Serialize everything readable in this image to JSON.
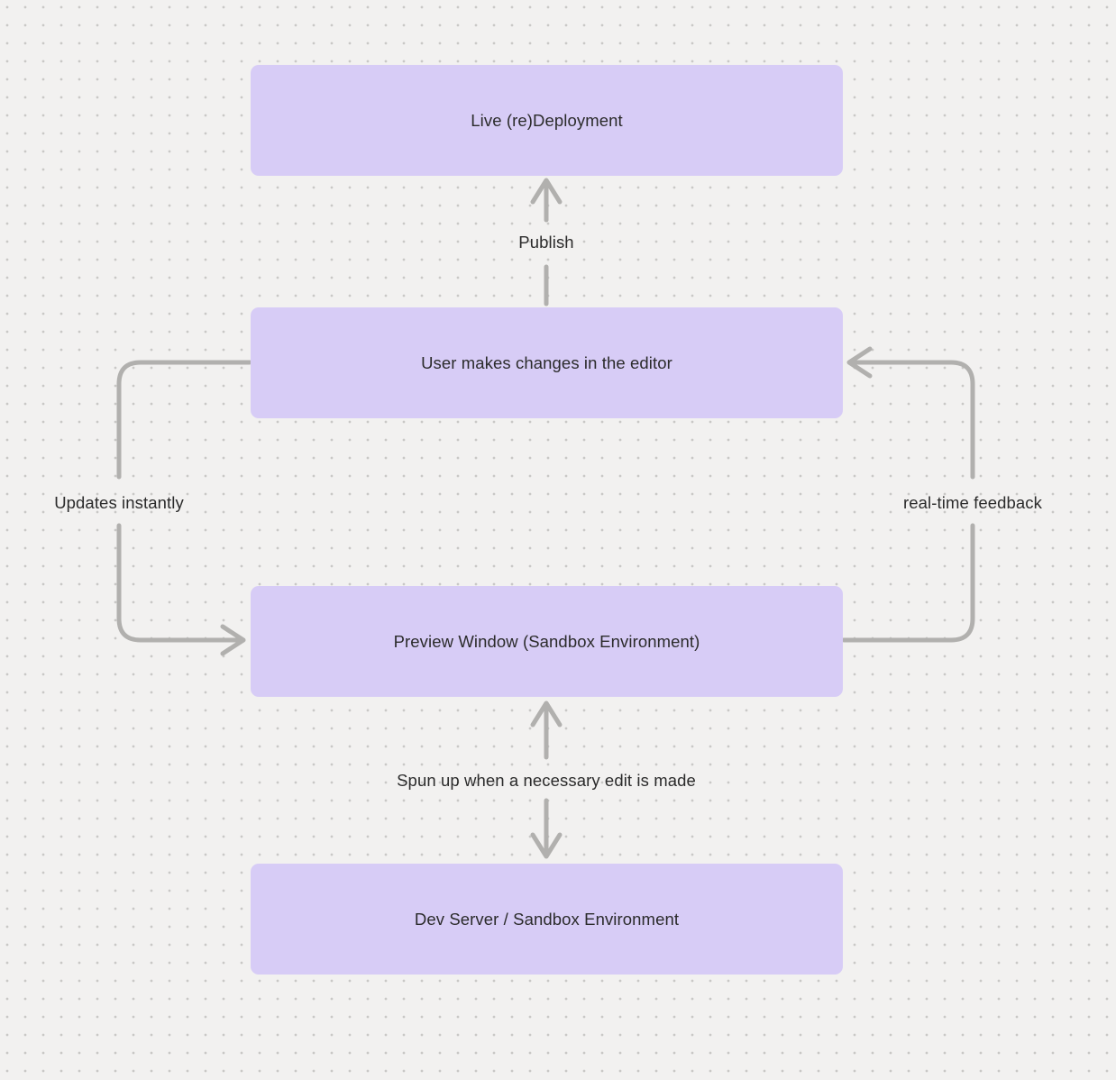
{
  "diagram": {
    "nodes": [
      {
        "id": "live-redeployment",
        "label": "Live (re)Deployment"
      },
      {
        "id": "user-changes",
        "label": "User makes changes in the editor"
      },
      {
        "id": "preview-window",
        "label": "Preview Window (Sandbox Environment)"
      },
      {
        "id": "dev-server",
        "label": "Dev Server / Sandbox Environment"
      }
    ],
    "edges": [
      {
        "id": "publish",
        "label": "Publish",
        "from": "user-changes",
        "to": "live-redeployment"
      },
      {
        "id": "updates",
        "label": "Updates instantly",
        "from": "user-changes",
        "to": "preview-window"
      },
      {
        "id": "feedback",
        "label": "real-time feedback",
        "from": "preview-window",
        "to": "user-changes"
      },
      {
        "id": "spun-up",
        "label": "Spun up when a necessary edit is made",
        "from": "preview-window",
        "to": "dev-server",
        "bidirectional": true
      }
    ],
    "colors": {
      "node_fill": "#d7ccf6",
      "edge_stroke": "#b1b0ae",
      "text": "#2b2b2b",
      "canvas_background": "#f2f1f0",
      "grid_dot": "#c9c8c6"
    }
  }
}
